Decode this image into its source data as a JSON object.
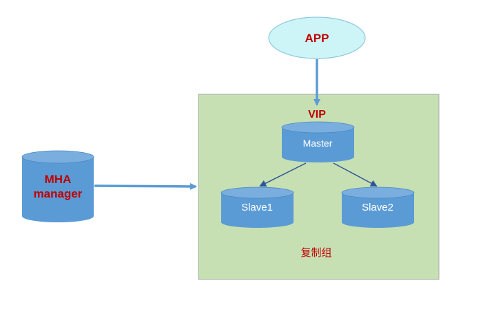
{
  "diagram": {
    "app": {
      "label": "APP"
    },
    "vip": {
      "label": "VIP"
    },
    "master": {
      "label": "Master"
    },
    "slave1": {
      "label": "Slave1"
    },
    "slave2": {
      "label": "Slave2"
    },
    "mha": {
      "label_line1": "MHA",
      "label_line2": "manager"
    },
    "group": {
      "label": "复制组"
    }
  },
  "colors": {
    "group_fill": "#c6e0b4",
    "group_border": "#a8a8a8",
    "cylinder_fill": "#5b9bd5",
    "cylinder_top": "#7aaede",
    "cylinder_edge": "#4a87c0",
    "app_fill": "#cdf5f7",
    "app_border": "#8fc7df",
    "arrow_main": "#5b9bd5",
    "arrow_replication": "#2f5597",
    "label_red": "#c00000",
    "label_white": "#ffffff"
  }
}
